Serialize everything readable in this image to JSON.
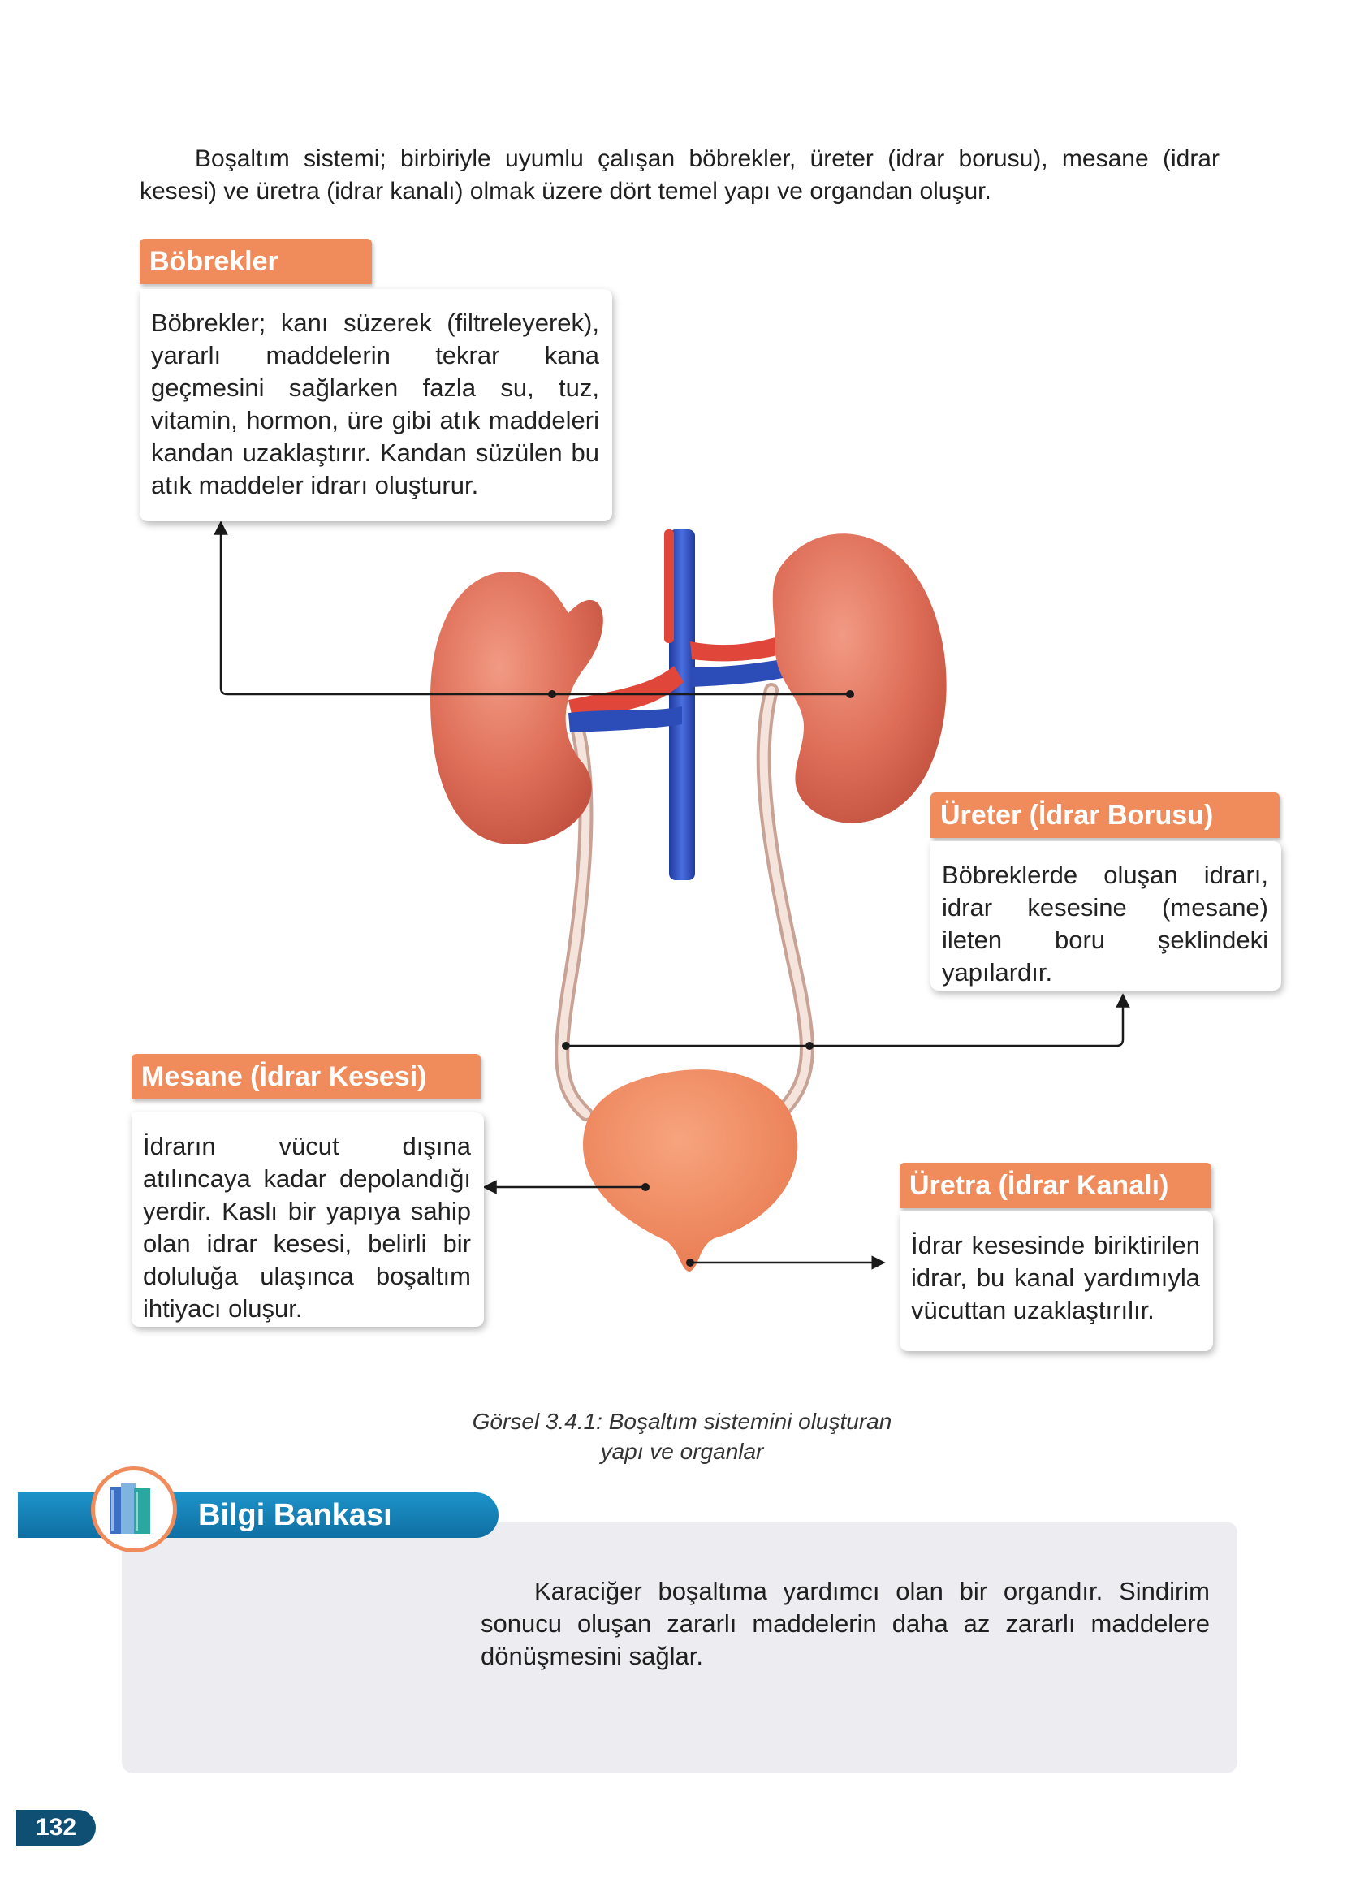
{
  "intro": {
    "text": "Boşaltım sistemi; birbiriyle uyumlu çalışan böbrekler, üreter (idrar borusu), mesane (idrar kesesi) ve üretra (idrar kanalı) olmak üzere dört temel yapı ve organdan oluşur."
  },
  "callouts": {
    "bobrekler": {
      "title": "Böbrekler",
      "body": "Böbrekler; kanı süzerek (filtreleyerek), yararlı maddelerin tekrar kana geçmesini sağlarken fazla su, tuz, vitamin, hormon, üre gibi atık maddeleri kandan uzaklaştırır. Kandan süzülen bu atık maddeler idrarı oluşturur."
    },
    "ureter": {
      "title": "Üreter (İdrar Borusu)",
      "body": "Böbreklerde oluşan idrarı, idrar kesesine (mesane) ileten boru şeklindeki yapılardır."
    },
    "mesane": {
      "title": "Mesane (İdrar Kesesi)",
      "body": "İdrarın vücut dışına atılıncaya kadar depolandığı yerdir. Kaslı bir yapıya sahip olan idrar kesesi, belirli bir doluluğa ulaşınca boşaltım ihtiyacı oluşur."
    },
    "uretra": {
      "title": "Üretra (İdrar Kanalı)",
      "body": "İdrar kesesinde biriktirilen idrar, bu kanal yardımıyla vücuttan uzaklaştırılır."
    }
  },
  "caption": {
    "line1": "Görsel 3.4.1: Boşaltım sistemini oluşturan",
    "line2": "yapı ve organlar"
  },
  "info_box": {
    "title": "Bilgi Bankası",
    "text": "Karaciğer boşaltıma yardımcı olan bir organdır. Sindirim sonucu oluşan zararlı maddelerin daha az zararlı maddelere dönüşmesini sağlar.",
    "icon": "books-icon"
  },
  "page_number": "132",
  "colors": {
    "callout_header": "#f08c5c",
    "kidney": "#de6e58",
    "artery": "#e0463a",
    "vein": "#2c4db8",
    "bladder": "#f0875e",
    "info_band": "#1485bd",
    "info_panel": "#ececf1",
    "page_tab": "#0f4f74",
    "liver": "#8a2a24",
    "gallbladder": "#7a9a2a"
  }
}
